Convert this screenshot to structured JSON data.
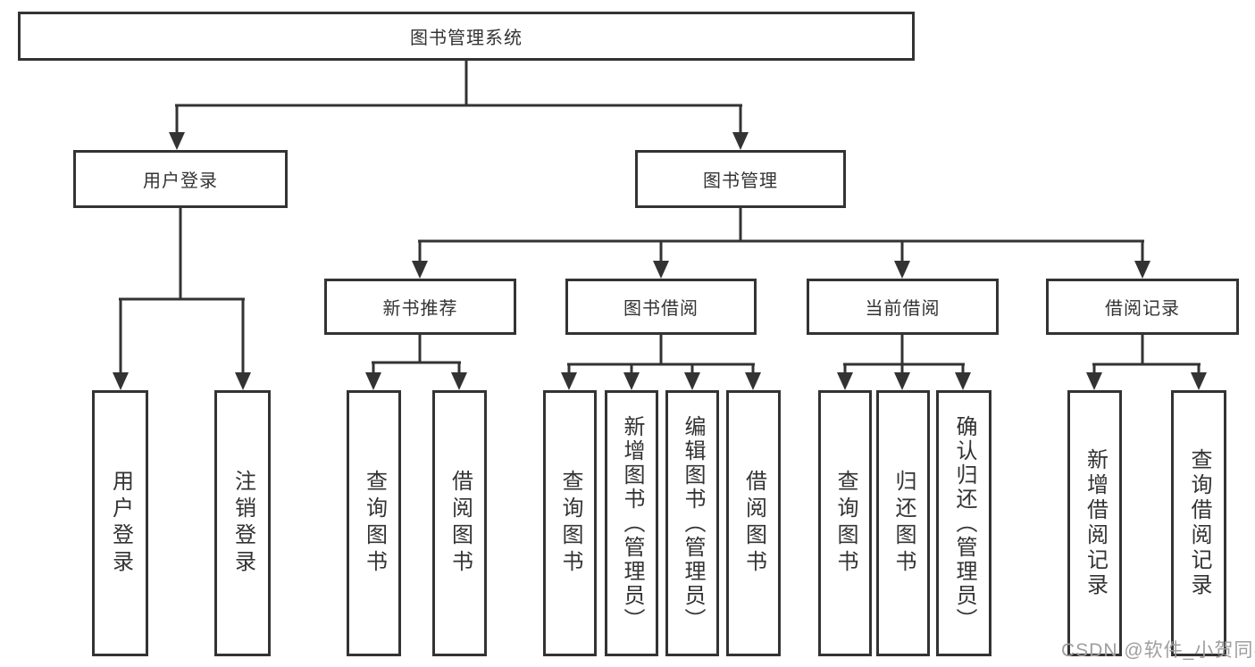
{
  "diagram": {
    "root": {
      "label": "图书管理系统"
    },
    "user_login_branch": {
      "label": "用户登录",
      "leaves": [
        {
          "label": "用户登录"
        },
        {
          "label": "注销登录"
        }
      ]
    },
    "book_mgmt_branch": {
      "label": "图书管理",
      "groups": [
        {
          "label": "新书推荐",
          "leaves": [
            {
              "label": "查询图书"
            },
            {
              "label": "借阅图书"
            }
          ]
        },
        {
          "label": "图书借阅",
          "leaves": [
            {
              "label": "查询图书"
            },
            {
              "label": "新增图书（管理员）"
            },
            {
              "label": "编辑图书（管理员）"
            },
            {
              "label": "借阅图书"
            }
          ]
        },
        {
          "label": "当前借阅",
          "leaves": [
            {
              "label": "查询图书"
            },
            {
              "label": "归还图书"
            },
            {
              "label": "确认归还（管理员）"
            }
          ]
        },
        {
          "label": "借阅记录",
          "leaves": [
            {
              "label": "新增借阅记录"
            },
            {
              "label": "查询借阅记录"
            }
          ]
        }
      ]
    }
  },
  "watermark": {
    "text": "CSDN @软件_小贺同学"
  },
  "colors": {
    "line": "#333333",
    "text": "#333333",
    "box_background": "#ffffff",
    "watermark": "#9e9e9e",
    "background": "#ffffff"
  }
}
